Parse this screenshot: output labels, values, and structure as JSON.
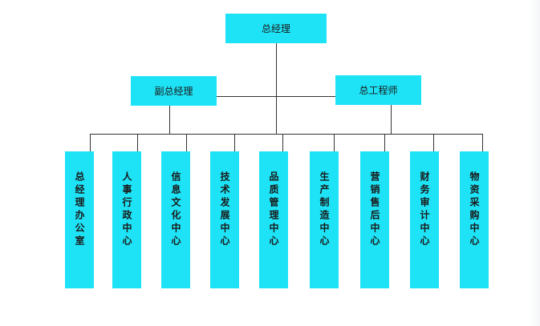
{
  "colors": {
    "box_fill": "#1ee3f6",
    "line": "#333333",
    "text": "#1a1a1a"
  },
  "chart": {
    "general_manager": "总经理",
    "deputy_manager": "副总经理",
    "chief_engineer": "总工程师",
    "departments": [
      "总经理办公室",
      "人事行政中心",
      "信息文化中心",
      "技术发展中心",
      "品质管理中心",
      "生产制造中心",
      "营销售后中心",
      "财务审计中心",
      "物资采购中心"
    ]
  }
}
